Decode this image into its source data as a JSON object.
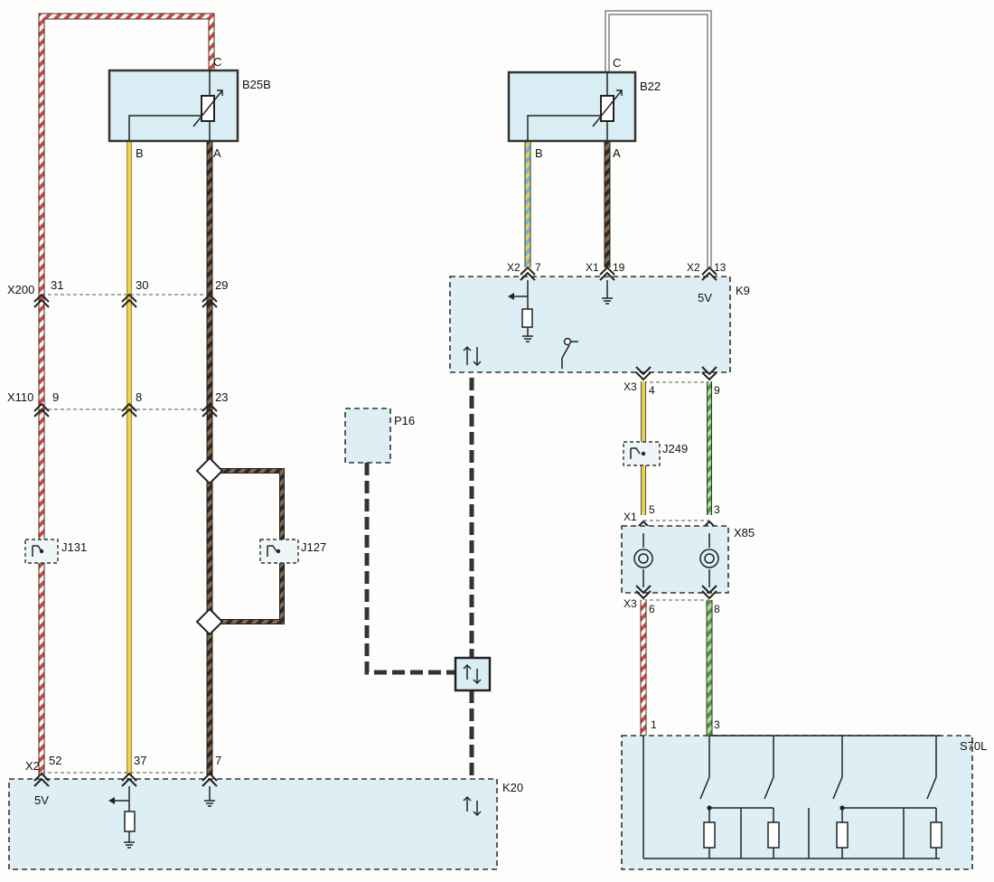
{
  "components": {
    "b25b": "B25B",
    "b22": "B22",
    "k9": "K9",
    "k20": "K20",
    "p16": "P16",
    "s70l": "S70L",
    "x85": "X85",
    "j131": "J131",
    "j127": "J127",
    "j249": "J249"
  },
  "pins": {
    "b25b_c": "C",
    "b25b_b": "B",
    "b25b_a": "A",
    "b22_c": "C",
    "b22_b": "B",
    "b22_a": "A"
  },
  "connectors": {
    "x200": "X200",
    "x200_p1": "31",
    "x200_p2": "30",
    "x200_p3": "29",
    "x110": "X110",
    "x110_p1": "9",
    "x110_p2": "8",
    "x110_p3": "23",
    "k20_x2": "X2",
    "k20_p1": "52",
    "k20_p2": "37",
    "k20_p3": "7",
    "k9_x2a": "X2",
    "k9_p7": "7",
    "k9_x1": "X1",
    "k9_p19": "19",
    "k9_x2b": "X2",
    "k9_p13": "13",
    "k9_x3": "X3",
    "k9_p4": "4",
    "k9_p9": "9",
    "x85_x1": "X1",
    "x85_p5": "5",
    "x85_p3": "3",
    "x85_x3": "X3",
    "x85_p6": "6",
    "x85_p8": "8",
    "s70l_p1": "1",
    "s70l_p3": "3"
  },
  "voltage": {
    "k9": "5V",
    "k20": "5V"
  },
  "wire_colors": {
    "red_white": "#d9453a",
    "yellow": "#e8c83a",
    "brown_black": "#5a4632",
    "blue_yellow": "#6fb6e0",
    "white": "#ffffff",
    "green": "#4f9a3c"
  }
}
